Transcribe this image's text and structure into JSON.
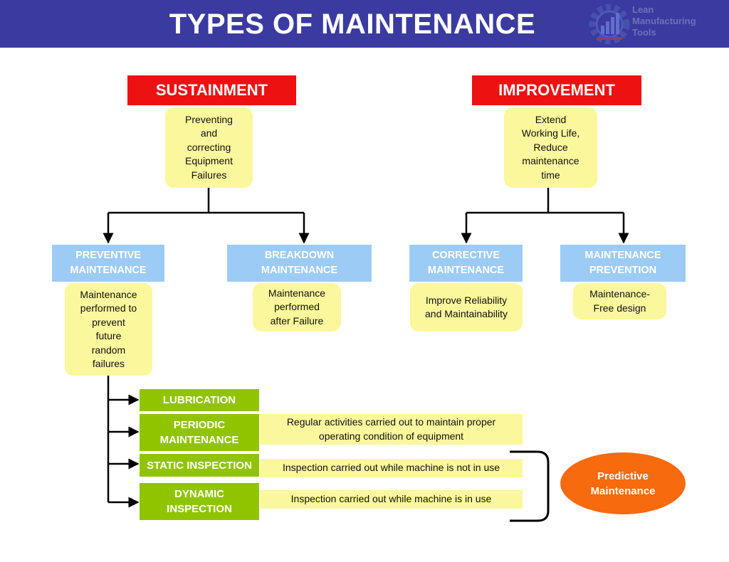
{
  "header": {
    "title": "TYPES OF MAINTENANCE",
    "logo_lines": [
      "Lean",
      "Manufacturing",
      "Tools"
    ]
  },
  "colors": {
    "banner": "#3a3aa0",
    "category_red": "#ee1111",
    "description_yellow": "#fbf79c",
    "type_blue": "#9ccbf5",
    "activity_green": "#90c400",
    "predictive_orange": "#f76a0e"
  },
  "categories": {
    "sustainment": {
      "label": "SUSTAINMENT",
      "description": "Preventing\nand\ncorrecting\nEquipment\nFailures"
    },
    "improvement": {
      "label": "IMPROVEMENT",
      "description": "Extend\nWorking Life,\nReduce\nmaintenance\ntime"
    }
  },
  "types": {
    "preventive": {
      "label": "PREVENTIVE\nMAINTENANCE",
      "description": "Maintenance\nperformed to\nprevent\nfuture\nrandom\nfailures"
    },
    "breakdown": {
      "label": "BREAKDOWN\nMAINTENANCE",
      "description": "Maintenance\nperformed\nafter Failure"
    },
    "corrective": {
      "label": "CORRECTIVE\nMAINTENANCE",
      "description": "Improve Reliability\nand Maintainability"
    },
    "prevention": {
      "label": "MAINTENANCE\nPREVENTION",
      "description": "Maintenance-\nFree design"
    }
  },
  "activities": {
    "lubrication": {
      "label": "LUBRICATION"
    },
    "periodic": {
      "label": "PERIODIC\nMAINTENANCE",
      "note": "Regular activities carried out to maintain proper\noperating condition of equipment"
    },
    "static": {
      "label": "STATIC INSPECTION",
      "note": "Inspection carried out while machine is not in use"
    },
    "dynamic": {
      "label": "DYNAMIC\nINSPECTION",
      "note": "Inspection carried out while machine is in use"
    }
  },
  "predictive": {
    "label": "Predictive\nMaintenance"
  }
}
